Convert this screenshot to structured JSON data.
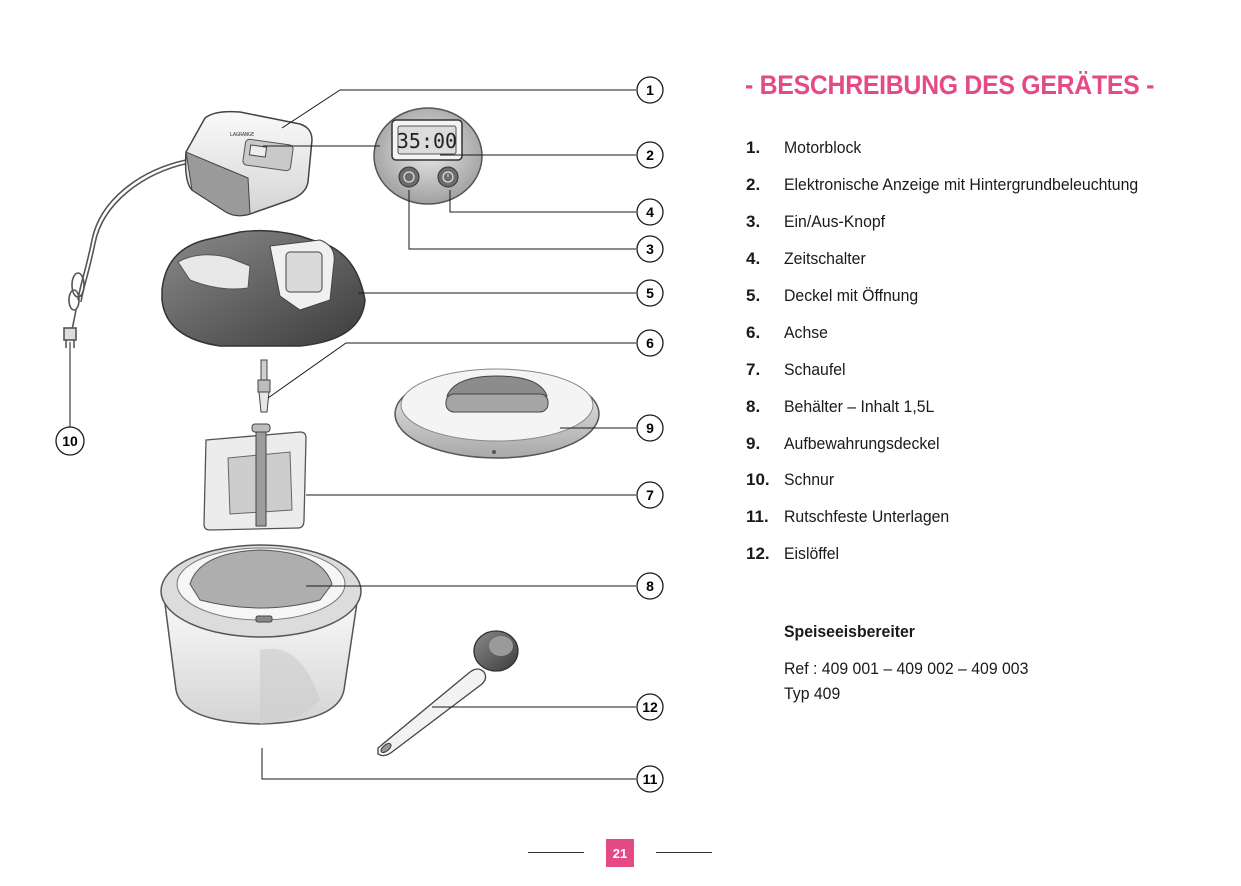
{
  "header": {
    "title": "- BESCHREIBUNG DES GERÄTES -"
  },
  "parts": [
    {
      "num": "1.",
      "label": "Motorblock"
    },
    {
      "num": "2.",
      "label": "Elektronische Anzeige mit Hintergrundbeleuchtung"
    },
    {
      "num": "3.",
      "label": "Ein/Aus-Knopf"
    },
    {
      "num": "4.",
      "label": "Zeitschalter"
    },
    {
      "num": "5.",
      "label": "Deckel mit Öffnung"
    },
    {
      "num": "6.",
      "label": "Achse"
    },
    {
      "num": "7.",
      "label": "Schaufel"
    },
    {
      "num": "8.",
      "label": "Behälter – Inhalt 1,5L"
    },
    {
      "num": "9.",
      "label": "Aufbewahrungsdeckel"
    },
    {
      "num": "10.",
      "label": "Schnur"
    },
    {
      "num": "11.",
      "label": "Rutschfeste Unterlagen"
    },
    {
      "num": "12.",
      "label": "Eislöffel"
    }
  ],
  "product": {
    "name": "Speiseeisbereiter",
    "ref": "Ref : 409 001 – 409 002 – 409 003",
    "type": "Typ 409"
  },
  "illustration": {
    "display_text": "35:00",
    "callouts": {
      "c1": "1",
      "c2": "2",
      "c3": "3",
      "c4": "4",
      "c5": "5",
      "c6": "6",
      "c7": "7",
      "c8": "8",
      "c9": "9",
      "c10": "10",
      "c11": "11",
      "c12": "12"
    }
  },
  "footer": {
    "page_number": "21"
  },
  "colors": {
    "accent": "#e44a86",
    "text": "#1a1a1a"
  }
}
